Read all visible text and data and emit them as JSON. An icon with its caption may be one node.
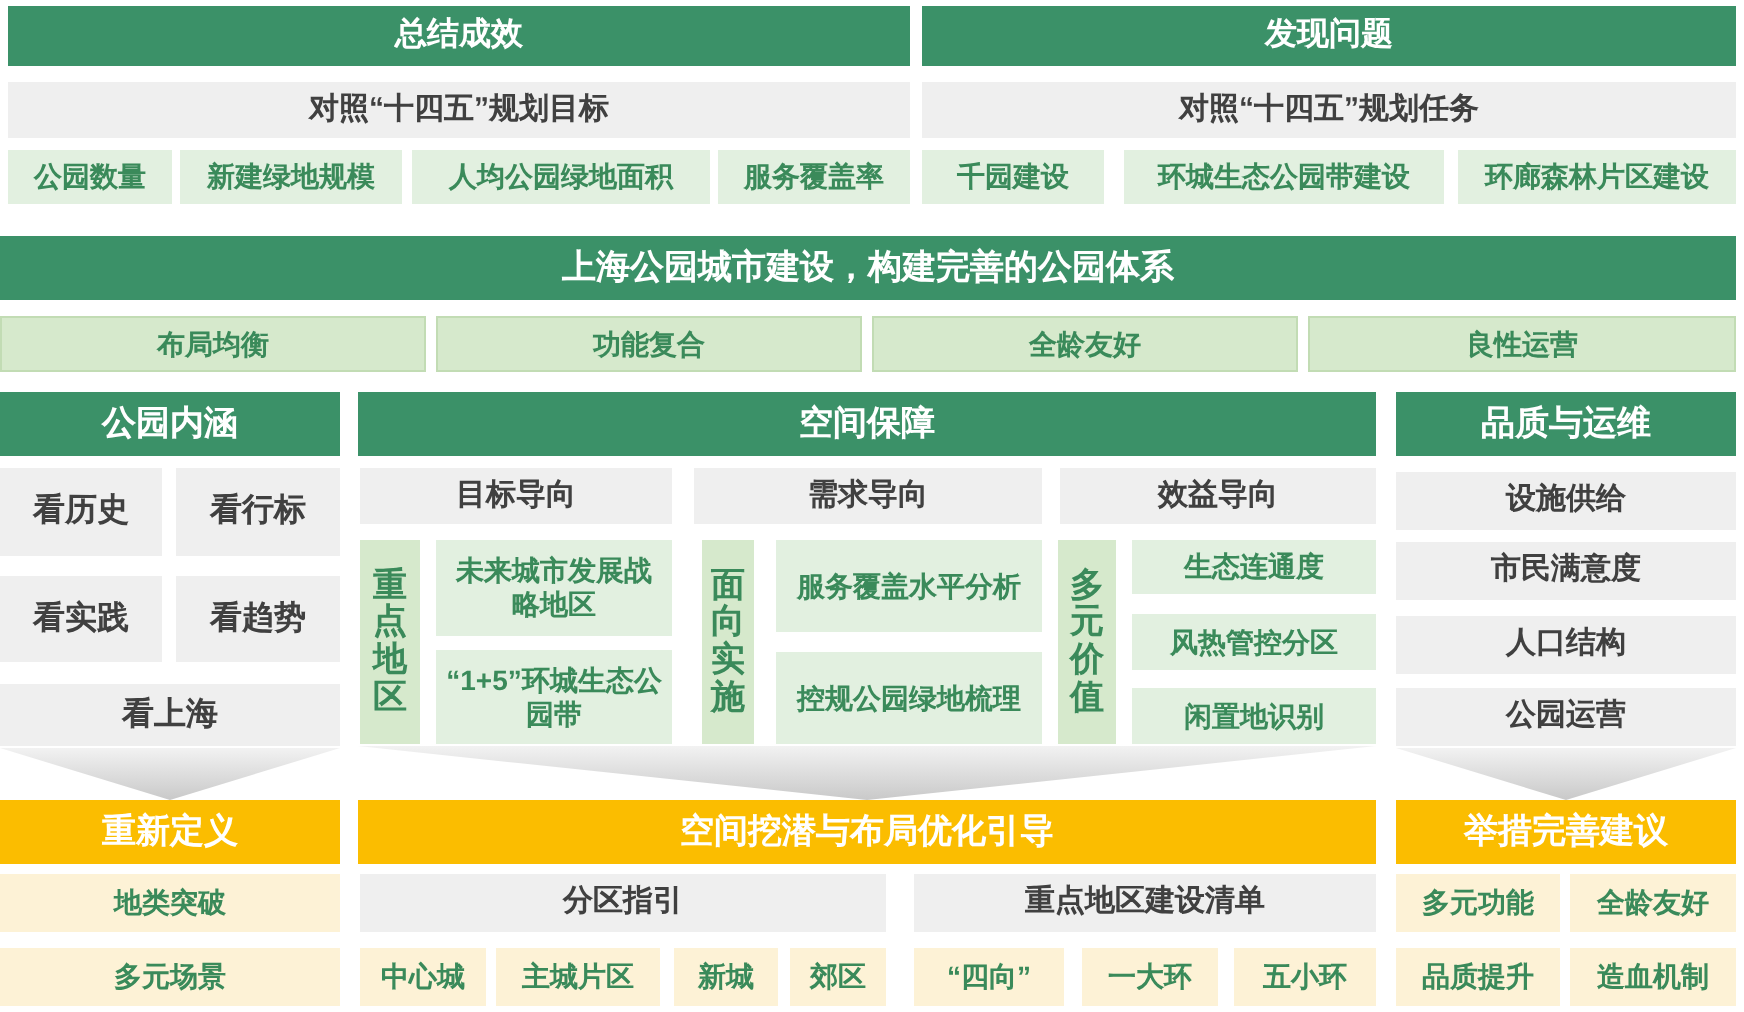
{
  "diagram": {
    "nodes": [
      {
        "text": [
          "总结成效"
        ]
      },
      {
        "text": [
          "对照“十四五”规划目标"
        ]
      },
      {
        "text": [
          "公园数量"
        ]
      },
      {
        "text": [
          "新建绿地规模"
        ]
      },
      {
        "text": [
          "人均公园绿地面积"
        ]
      },
      {
        "text": [
          "服务覆盖率"
        ]
      },
      {
        "text": [
          "发现问题"
        ]
      },
      {
        "text": [
          "对照“十四五”规划任务"
        ]
      },
      {
        "text": [
          "千园建设"
        ]
      },
      {
        "text": [
          "环城生态公园带建设"
        ]
      },
      {
        "text": [
          "环廊森林片区建设"
        ]
      },
      {
        "text": [
          "上海公园城市建设，构建完善的公园体系"
        ]
      },
      {
        "text": [
          "布局均衡"
        ]
      },
      {
        "text": [
          "功能复合"
        ]
      },
      {
        "text": [
          "全龄友好"
        ]
      },
      {
        "text": [
          "良性运营"
        ]
      },
      {
        "text": [
          "公园内涵"
        ]
      },
      {
        "text": [
          "看历史"
        ]
      },
      {
        "text": [
          "看行标"
        ]
      },
      {
        "text": [
          "看实践"
        ]
      },
      {
        "text": [
          "看趋势"
        ]
      },
      {
        "text": [
          "看上海"
        ]
      },
      {
        "text": [
          "空间保障"
        ]
      },
      {
        "text": [
          "目标导向"
        ]
      },
      {
        "text": [
          "需求导向"
        ]
      },
      {
        "text": [
          "效益导向"
        ]
      },
      {
        "text": [
          "重点地区"
        ]
      },
      {
        "text": [
          "未来城市发展战略地区"
        ]
      },
      {
        "text": [
          "“1+5”环城生态公园带"
        ]
      },
      {
        "text": [
          "面向实施"
        ]
      },
      {
        "text": [
          "服务覆盖水平分析"
        ]
      },
      {
        "text": [
          "控规公园绿地梳理"
        ]
      },
      {
        "text": [
          "多元价值"
        ]
      },
      {
        "text": [
          "生态连通度"
        ]
      },
      {
        "text": [
          "风热管控分区"
        ]
      },
      {
        "text": [
          "闲置地识别"
        ]
      },
      {
        "text": [
          "品质与运维"
        ]
      },
      {
        "text": [
          "设施供给"
        ]
      },
      {
        "text": [
          "市民满意度"
        ]
      },
      {
        "text": [
          "人口结构"
        ]
      },
      {
        "text": [
          "公园运营"
        ]
      },
      {
        "text": [
          "重新定义"
        ]
      },
      {
        "text": [
          "地类突破"
        ]
      },
      {
        "text": [
          "多元场景"
        ]
      },
      {
        "text": [
          "空间挖潜与布局优化引导"
        ]
      },
      {
        "text": [
          "分区指引"
        ]
      },
      {
        "text": [
          "重点地区建设清单"
        ]
      },
      {
        "text": [
          "中心城"
        ]
      },
      {
        "text": [
          "主城片区"
        ]
      },
      {
        "text": [
          "新城"
        ]
      },
      {
        "text": [
          "郊区"
        ]
      },
      {
        "text": [
          "“四向”"
        ]
      },
      {
        "text": [
          "一大环"
        ]
      },
      {
        "text": [
          "五小环"
        ]
      },
      {
        "text": [
          "举措完善建议"
        ]
      },
      {
        "text": [
          "多元功能"
        ]
      },
      {
        "text": [
          "全龄友好"
        ]
      },
      {
        "text": [
          "品质提升"
        ]
      },
      {
        "text": [
          "造血机制"
        ]
      }
    ],
    "edges": [
      {
        "from": 21,
        "to": 41,
        "arrow": "to"
      },
      {
        "from": null,
        "to": 44,
        "arrow": "to"
      },
      {
        "from": 40,
        "to": 54,
        "arrow": "to"
      }
    ]
  }
}
